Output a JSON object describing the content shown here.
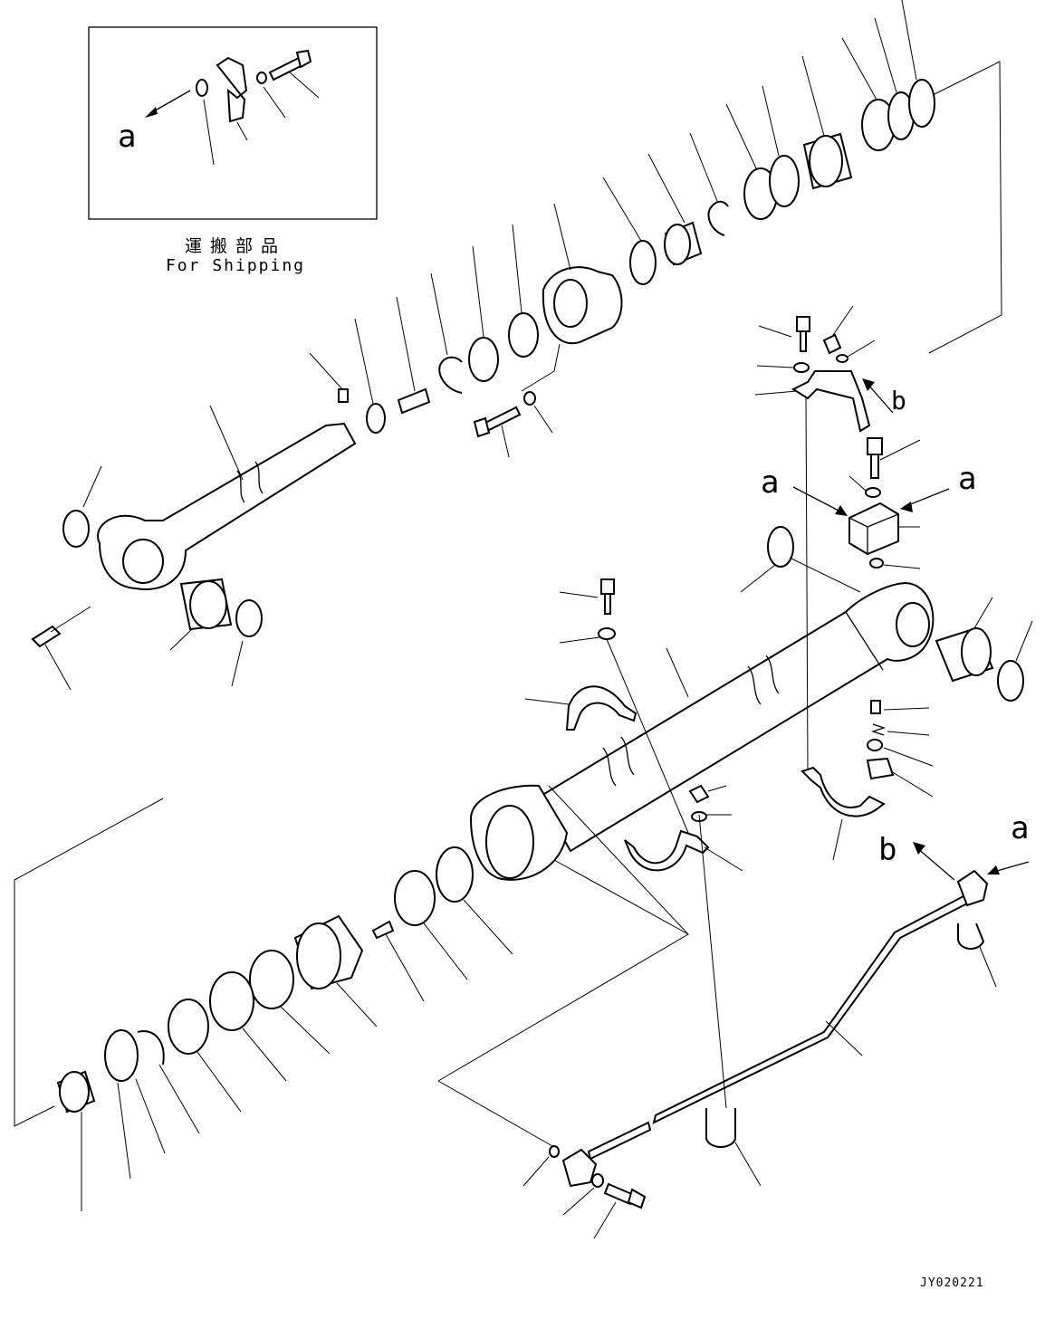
{
  "shipping_box": {
    "label_jp": "運搬部品",
    "label_en": "For Shipping"
  },
  "markers": {
    "a": "a",
    "b": "b"
  },
  "drawing_code": "JY020221"
}
